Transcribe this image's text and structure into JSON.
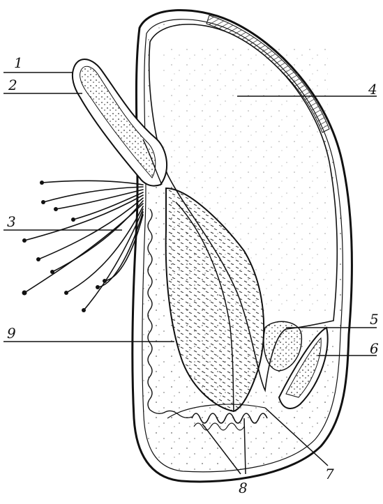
{
  "labels": {
    "l1": "1",
    "l2": "2",
    "l3": "3",
    "l4": "4",
    "l5": "5",
    "l6": "6",
    "l7": "7",
    "l8": "8",
    "l9": "9"
  },
  "colors": {
    "ink": "#111111",
    "paper": "#ffffff",
    "stipple": "#555555"
  }
}
